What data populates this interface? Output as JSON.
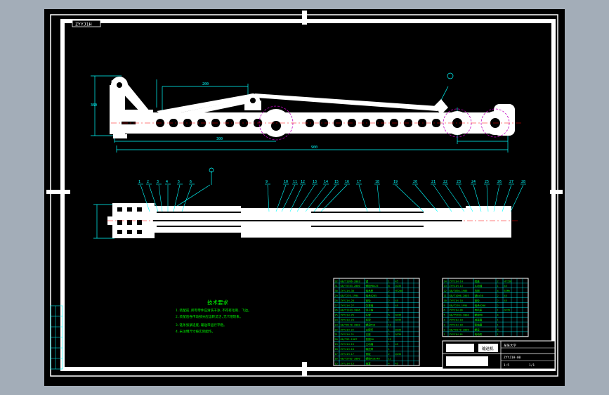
{
  "window": {
    "title": "CAD drawing viewer",
    "background_color": "#a3adb8",
    "sheet_color": "#000000"
  },
  "colors": {
    "part_fill": "#ffffff",
    "frame_line": "#ffffff",
    "dimension_line": "#00ffff",
    "center_line": "#ff0000",
    "notes_text": "#00ff00",
    "table_line": "#00ffff",
    "table_text": "#00ff00",
    "sprocket_outline": "#c000c0",
    "marker": "#ffffff"
  },
  "icons": {
    "sheet_edge_markers": "marker-tab-icon"
  },
  "drawing": {
    "tab_label": "ZYYJ1H",
    "front_view": {
      "dimensions": [
        "360",
        "200",
        "300",
        "900"
      ]
    },
    "top_view": {
      "balloons": [
        "1",
        "2",
        "3",
        "4",
        "5",
        "6",
        "9",
        "10",
        "11",
        "12",
        "13",
        "14",
        "15",
        "16",
        "17",
        "18",
        "19",
        "20",
        "21",
        "22",
        "23",
        "24",
        "25",
        "26",
        "27",
        "28"
      ]
    },
    "notes": {
      "title": "技术要求",
      "lines": [
        "1.装配前,所有零件应清洗干净,不得有毛刺、飞边。",
        "2.装配后各传动部分应运转灵活,无卡阻现象。",
        "3.链条张紧适度,输送带运行平稳。",
        "4.未注明尺寸按实际配作。"
      ]
    },
    "left_revision_table": {
      "rows": 6
    },
    "bom_left": {
      "rows": [
        [
          "32",
          "GB/T1096-2003",
          "键",
          "1",
          "45"
        ],
        [
          "31",
          "GB/T5783-2000",
          "螺栓M8x25",
          "8",
          "Q235"
        ],
        [
          "30",
          "ZYYJ1H-30",
          "轴承座",
          "2",
          "HT200"
        ],
        [
          "29",
          "GB/T276-1994",
          "轴承6205",
          "4",
          ""
        ],
        [
          "28",
          "ZYYJ1H-28",
          "链轮",
          "2",
          "45"
        ],
        [
          "27",
          "ZYYJ1H-27",
          "张紧轴",
          "1",
          "45"
        ],
        [
          "26",
          "GB/T1243-2006",
          "滚子链",
          "1",
          ""
        ],
        [
          "25",
          "ZYYJ1H-25",
          "托辊",
          "6",
          "Q235"
        ],
        [
          "24",
          "ZYYJ1H-24",
          "机架",
          "1",
          "Q235"
        ],
        [
          "23",
          "GB/T6170-2000",
          "螺母M10",
          "12",
          ""
        ],
        [
          "22",
          "ZYYJ1H-22",
          "支撑杆",
          "1",
          "Q235"
        ],
        [
          "21",
          "ZYYJ1H-21",
          "支座",
          "2",
          "Q235"
        ],
        [
          "20",
          "GB/T93-1987",
          "垫圈10",
          "12",
          ""
        ],
        [
          "19",
          "ZYYJ1H-19",
          "主动轴",
          "1",
          "45"
        ],
        [
          "18",
          "ZYYJ1H-18",
          "输送带",
          "1",
          ""
        ],
        [
          "17",
          "ZYYJ1H-17",
          "侧板",
          "2",
          "Q235"
        ],
        [
          "16",
          "GB/T5782-2000",
          "螺栓M10x40",
          "12",
          ""
        ],
        [
          "15",
          "ZYYJ1H-15",
          "轴套",
          "4",
          "45"
        ]
      ]
    },
    "bom_right": {
      "rows": [
        [
          "14",
          "ZYYJ1H-14",
          "端盖",
          "2",
          "HT150"
        ],
        [
          "13",
          "ZYYJ1H-13",
          "从动轴",
          "1",
          "45"
        ],
        [
          "12",
          "GB/T894-1986",
          "挡圈",
          "4",
          "65Mn"
        ],
        [
          "11",
          "GB/T1096-2003",
          "键8x30",
          "2",
          "45"
        ],
        [
          "10",
          "ZYYJ1H-10",
          "链轮",
          "2",
          "45"
        ],
        [
          "9",
          "GB/T276-1994",
          "轴承6206",
          "2",
          ""
        ],
        [
          "6",
          "ZYYJ1H-06",
          "电机座",
          "1",
          "Q235"
        ],
        [
          "5",
          "GB/T5783-2000",
          "螺栓M6",
          "4",
          ""
        ],
        [
          "4",
          "ZYYJ1H-04",
          "减速器",
          "1",
          ""
        ],
        [
          "3",
          "ZYYJ1H-03",
          "联轴器",
          "1",
          ""
        ],
        [
          "2",
          "GB/T6170-2000",
          "螺母",
          "6",
          ""
        ],
        [
          "1",
          "ZYYJ1H-01",
          "电动机",
          "1",
          ""
        ]
      ]
    },
    "title_block": {
      "drawing_name": "输送机",
      "drawing_number": "ZYYJ1H-00",
      "scale": "1:5",
      "sheet": "1/1",
      "school": "某某大学"
    }
  }
}
